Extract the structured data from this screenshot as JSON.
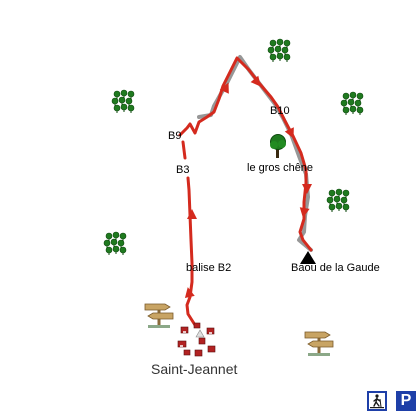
{
  "labels": {
    "b9": "B9",
    "b3": "B3",
    "b10": "B10",
    "gros_chene": "le gros chêne",
    "balise_b2": "balise B2",
    "baou": "Baou de la Gaude",
    "town": "Saint-Jeannet"
  },
  "controls": {
    "parking_glyph": "P",
    "hiker_icon": "hiker-icon",
    "parking_icon": "parking-icon"
  },
  "colors": {
    "route": "#d42a1e",
    "route_shadow": "#8c8c8c",
    "forest": "#1f7a1f",
    "summit": "#000000",
    "sign_wood": "#c8a464",
    "house_roof": "#b22222",
    "parking_bg": "#1e3fa8",
    "hiker_border": "#1e3fa8"
  },
  "icons": {
    "forest": "forest-icon",
    "tree": "tree-icon",
    "summit": "summit-triangle-icon",
    "signpost": "signpost-icon",
    "village": "village-icon",
    "arrow": "route-direction-arrow"
  }
}
